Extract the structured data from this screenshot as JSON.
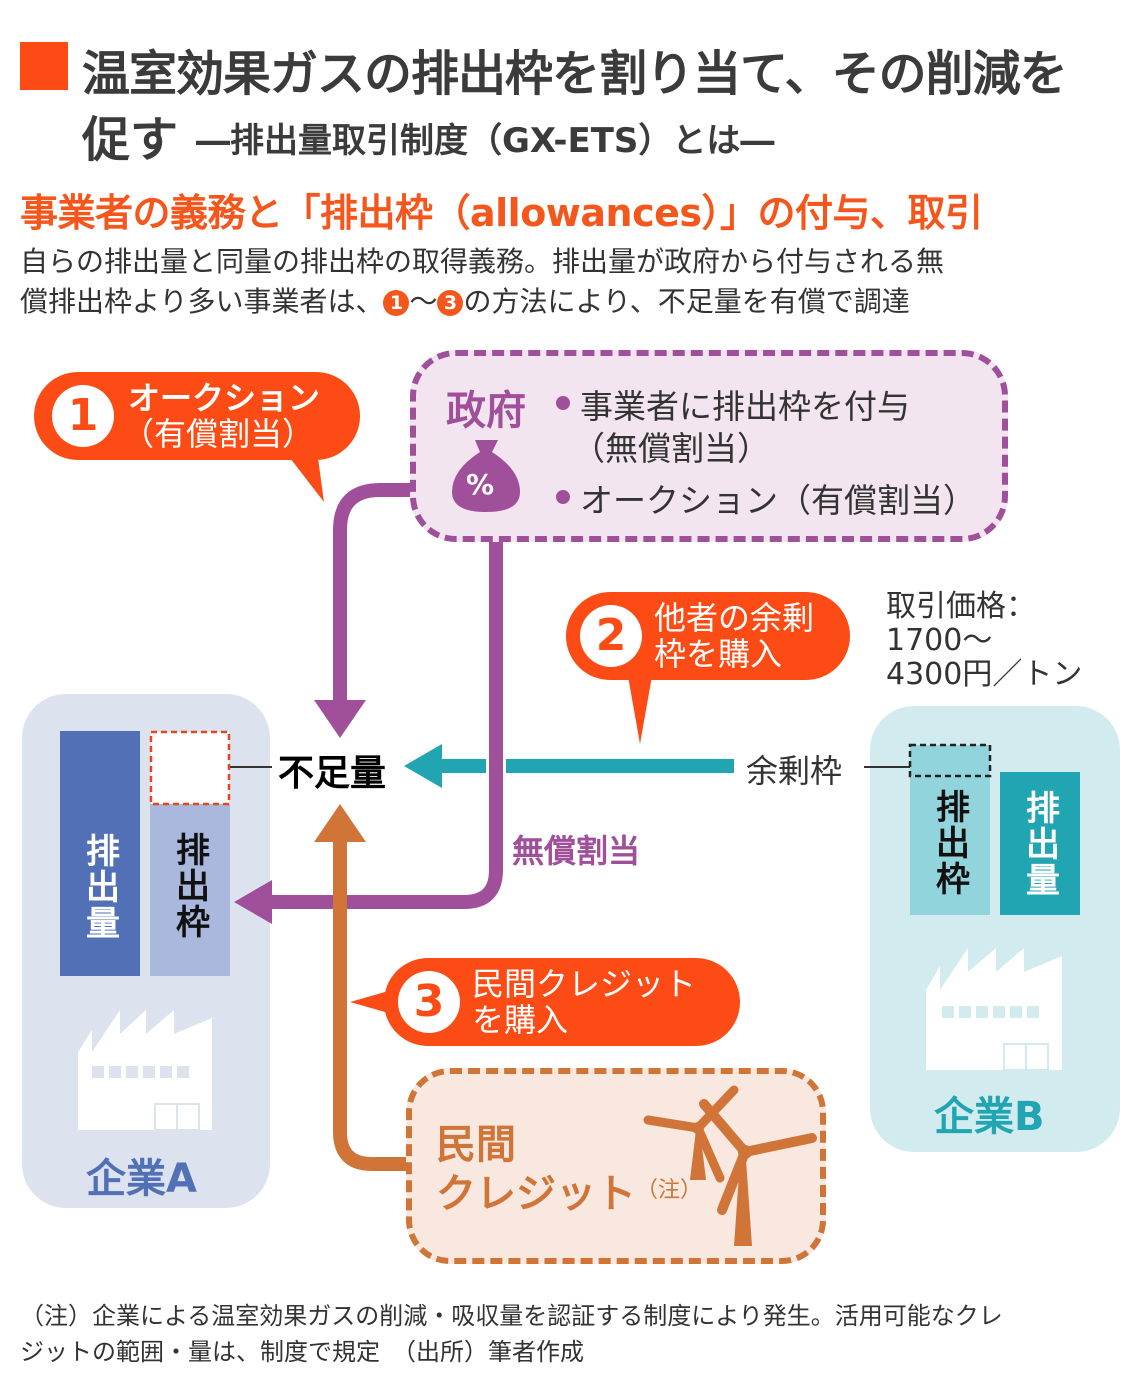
{
  "header": {
    "title_line1": "温室効果ガスの排出枠を割り当て、その削減を",
    "title_line2": "促す",
    "subtitle": "―排出量取引制度（GX-ETS）とは―"
  },
  "section": {
    "heading": "事業者の義務と「排出枠（allowances）」の付与、取引",
    "desc_line1": "自らの排出量と同量の排出枠の取得義務。排出量が政府から付与される無",
    "desc_line2_a": "償排出枠より多い事業者は、",
    "desc_num_start": "1",
    "desc_tilde": "〜",
    "desc_num_end": "3",
    "desc_line2_b": "の方法により、不足量を有償で調達"
  },
  "government": {
    "label": "政府",
    "icon": "money-bag-percent-icon",
    "icon_text": "%",
    "items": [
      {
        "line1": "事業者に排出枠を付与",
        "line2": "（無償割当）"
      },
      {
        "line1": "オークション（有償割当）"
      }
    ]
  },
  "callouts": [
    {
      "num": "1",
      "line1": "オークション",
      "line2": "（有償割当）"
    },
    {
      "num": "2",
      "line1": "他者の余剰",
      "line2": "枠を購入"
    },
    {
      "num": "3",
      "line1": "民間クレジット",
      "line2": "を購入"
    }
  ],
  "price": {
    "line1": "取引価格：",
    "line2": "1700〜",
    "line3": "4300円／トン"
  },
  "flow": {
    "shortage": "不足量",
    "surplus": "余剰枠",
    "free_allocation": "無償割当"
  },
  "company_a": {
    "name": "企業A",
    "emissions": "排出量",
    "allowance": "排出枠",
    "icon": "factory-icon"
  },
  "company_b": {
    "name": "企業B",
    "emissions": "排出量",
    "allowance": "排出枠",
    "icon": "factory-icon"
  },
  "credit": {
    "line1": "民間",
    "line2": "クレジット",
    "note": "（注）",
    "icon": "wind-turbine-icon"
  },
  "footnote": {
    "line1": "（注）企業による温室効果ガスの削減・吸収量を認証する制度により発生。活用可能なクレ",
    "line2": "ジットの範囲・量は、制度で規定　（出所）筆者作成"
  },
  "colors": {
    "accent_orange": "#fc4b15",
    "gov_purple": "#a0509a",
    "company_a_blue": "#5270b6",
    "company_b_teal": "#22a5b2",
    "credit_brown": "#d07438"
  }
}
